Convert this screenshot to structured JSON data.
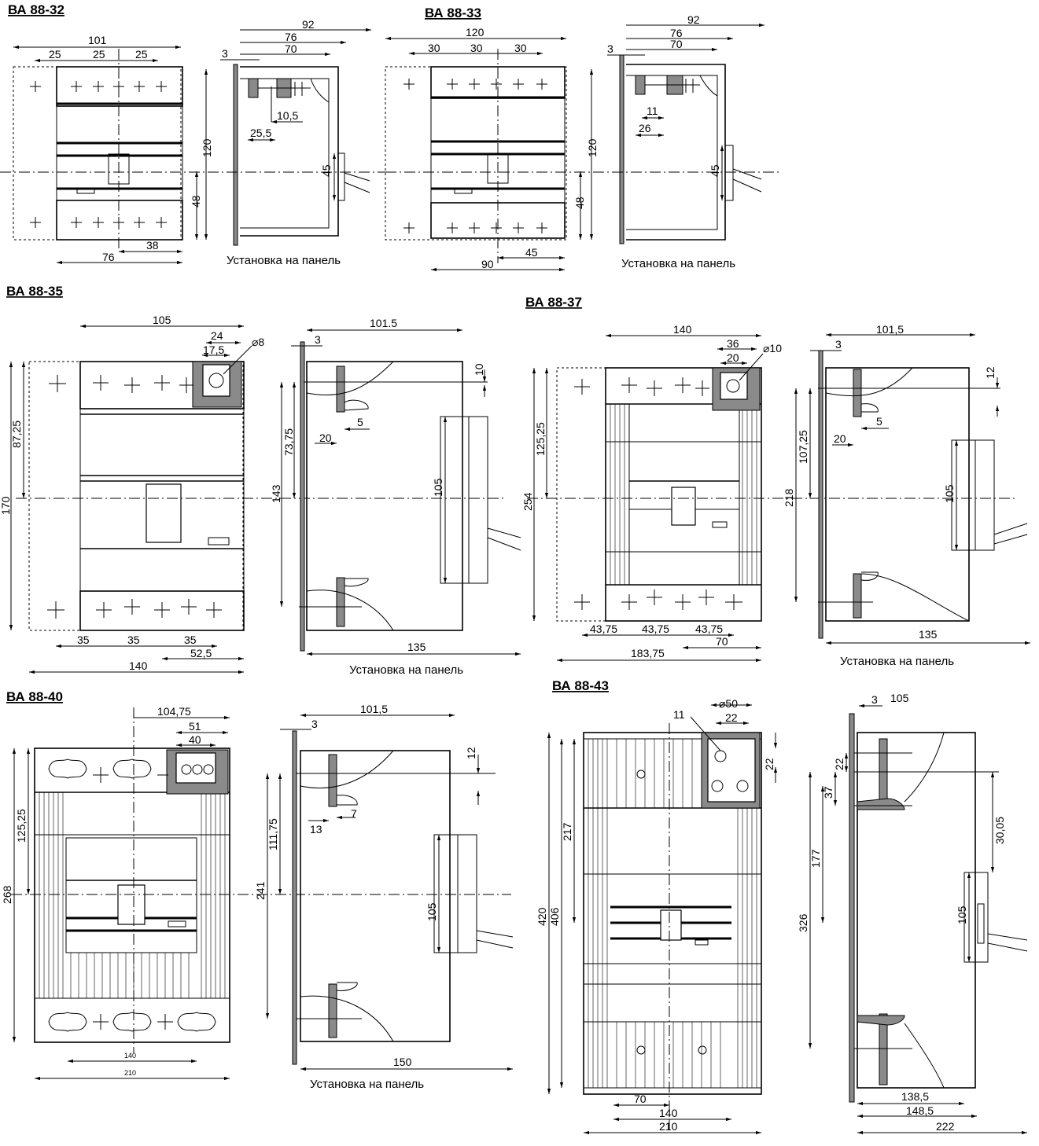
{
  "models": {
    "m32": {
      "title": "ВА 88-32",
      "front": {
        "w": "101",
        "p1": "25",
        "p2": "25",
        "p3": "25",
        "h": "120",
        "h2": "48",
        "b1": "76",
        "b2": "38"
      },
      "side": {
        "d1": "92",
        "d2": "76",
        "d3": "70",
        "t": "3",
        "a": "10,5",
        "b": "25,5",
        "c": "45"
      },
      "caption": "Установка на панель"
    },
    "m33": {
      "title": "ВА 88-33",
      "front": {
        "w": "120",
        "p1": "30",
        "p2": "30",
        "p3": "30",
        "h": "120",
        "h2": "48",
        "b1": "90",
        "b2": "45"
      },
      "side": {
        "d1": "92",
        "d2": "76",
        "d3": "70",
        "t": "3",
        "a": "11",
        "b": "26",
        "c": "45"
      },
      "caption": "Установка на панель"
    },
    "m35": {
      "title": "ВА 88-35",
      "front": {
        "w": "105",
        "t1": "24",
        "t2": "17,5",
        "hole": "⌀8",
        "h": "170",
        "hu": "87,25",
        "p1": "35",
        "p2": "35",
        "p3": "35",
        "b2": "52,5",
        "b1": "140"
      },
      "side": {
        "d": "101.5",
        "t": "3",
        "v": "10",
        "h": "143",
        "hu": "73,75",
        "a": "20",
        "b": "5",
        "c": "105",
        "bot": "135"
      },
      "caption": "Установка на панель"
    },
    "m37": {
      "title": "ВА 88-37",
      "front": {
        "w": "140",
        "t1": "36",
        "t2": "20",
        "hole": "⌀10",
        "h": "254",
        "hu": "125,25",
        "p1": "43,75",
        "p2": "43,75",
        "p3": "43,75",
        "b1": "183,75",
        "b2": "70"
      },
      "side": {
        "d": "101,5",
        "t": "3",
        "v": "12",
        "h": "218",
        "hu": "107,25",
        "a": "20",
        "b": "5",
        "c": "105",
        "bot": "135"
      },
      "caption": "Установка на панель"
    },
    "m40": {
      "title": "ВА 88-40",
      "front": {
        "w": "104,75",
        "t1": "51",
        "t2": "40",
        "h": "268",
        "hu": "125,25",
        "b2": "140",
        "b1": "210"
      },
      "side": {
        "d": "101,5",
        "t": "3",
        "v": "12",
        "h": "241",
        "hu": "111,75",
        "a": "13",
        "b": "7",
        "c": "105",
        "bot": "150"
      },
      "caption": "Установка на панель"
    },
    "m43": {
      "title": "ВА 88-43",
      "front": {
        "hole": "⌀50",
        "t1": "11",
        "t2": "22",
        "v": "22",
        "h": "420",
        "h2": "406",
        "hu": "217",
        "b3": "70",
        "b2": "140",
        "b1": "210"
      },
      "side": {
        "t": "3",
        "top": "105",
        "v1": "22",
        "v2": "37",
        "v3": "30,05",
        "h": "326",
        "hu": "177",
        "c": "105",
        "b1": "138,5",
        "b2": "148,5",
        "b3": "222"
      }
    }
  }
}
